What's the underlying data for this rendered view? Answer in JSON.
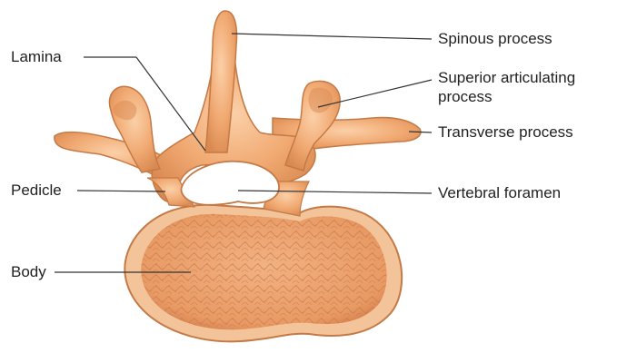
{
  "figure": {
    "labels": {
      "spinous_process": "Spinous process",
      "lamina": "Lamina",
      "superior_articulating_line1": "Superior articulating",
      "superior_articulating_line2": "process",
      "transverse_process": "Transverse process",
      "pedicle": "Pedicle",
      "vertebral_foramen": "Vertebral foramen",
      "body": "Body"
    },
    "colors": {
      "bone_fill": "#f0a870",
      "bone_shadow": "#d98a52",
      "bone_highlight": "#fbd0a8",
      "body_cortex": "#f3c39a",
      "spongy_bone": "#e89a63",
      "spongy_pattern": "#c9744a",
      "leader_line": "#333333",
      "background": "#ffffff"
    }
  }
}
